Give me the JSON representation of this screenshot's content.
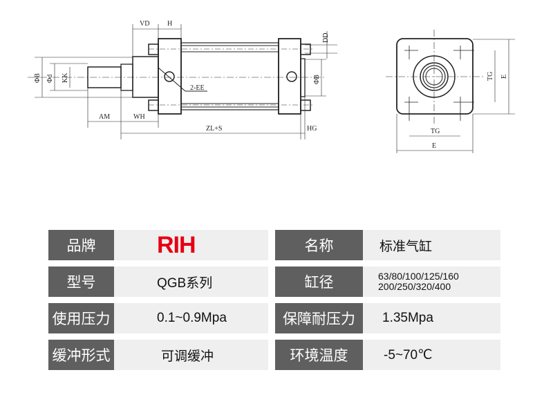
{
  "drawing": {
    "front_labels": {
      "vd": "VD",
      "h": "H",
      "dd": "DD",
      "phi_b_left": "ΦB",
      "phi_d": "Φd",
      "kk": "KK",
      "ee": "2-EE",
      "phi_b_right": "ΦB",
      "am": "AM",
      "wh": "WH",
      "zl_s": "ZL+S",
      "hg": "HG"
    },
    "side_labels": {
      "tg_vertical": "TG",
      "e_vertical": "E",
      "tg_horizontal": "TG",
      "e_horizontal": "E"
    }
  },
  "specs": {
    "rows": [
      {
        "label1": "品牌",
        "value1": "RIH",
        "label2": "名称",
        "value2": "标准气缸"
      },
      {
        "label1": "型号",
        "value1": "QGB系列",
        "label2": "缸径",
        "value2_lines": [
          "63/80/100/125/160",
          "200/250/320/400"
        ]
      },
      {
        "label1": "使用压力",
        "value1": "0.1~0.9Mpa",
        "label2": "保障耐压力",
        "value2": "1.35Mpa"
      },
      {
        "label1": "缓冲形式",
        "value1": "可调缓冲",
        "label2": "环境温度",
        "value2": "-5~70℃"
      }
    ]
  }
}
